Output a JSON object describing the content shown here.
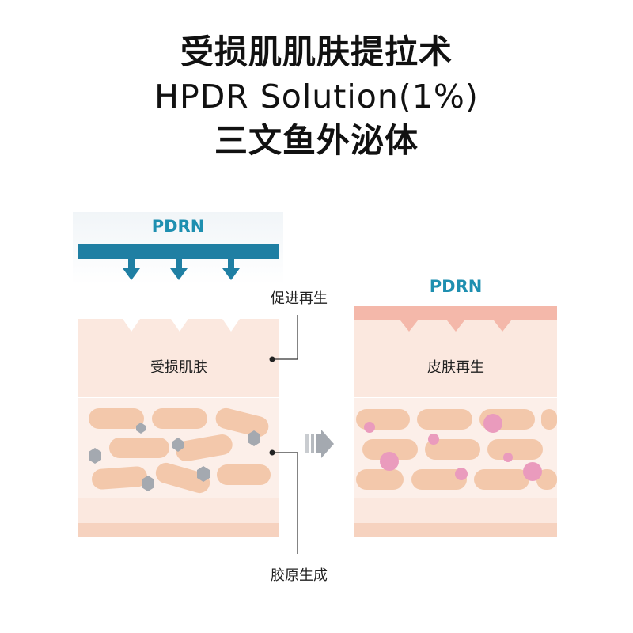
{
  "title": {
    "line1": "受损肌肌肤提拉术",
    "line2": "HPDR Solution(1%)",
    "line3": "三文鱼外泌体"
  },
  "left_panel": {
    "pdrn_label": "PDRN",
    "skin_label": "受损肌肤"
  },
  "right_panel": {
    "pdrn_label": "PDRN",
    "skin_label": "皮肤再生"
  },
  "callouts": {
    "top": "促进再生",
    "bottom": "胶原生成"
  },
  "icons": {
    "arrow": "double-arrow-right-icon",
    "down_arrows": "arrow-down-icon"
  },
  "colors": {
    "pdrn_blue": "#1e8fb0",
    "pdrn_bar": "#1f7fa3",
    "skin_light": "#fbe6dc",
    "skin_mid": "#f6d2bf",
    "collagen": "#f3c8ab",
    "pink_top": "#f4b8aa",
    "pink_dot": "#ea9bbd",
    "grey_hex": "#a4a9b0"
  }
}
